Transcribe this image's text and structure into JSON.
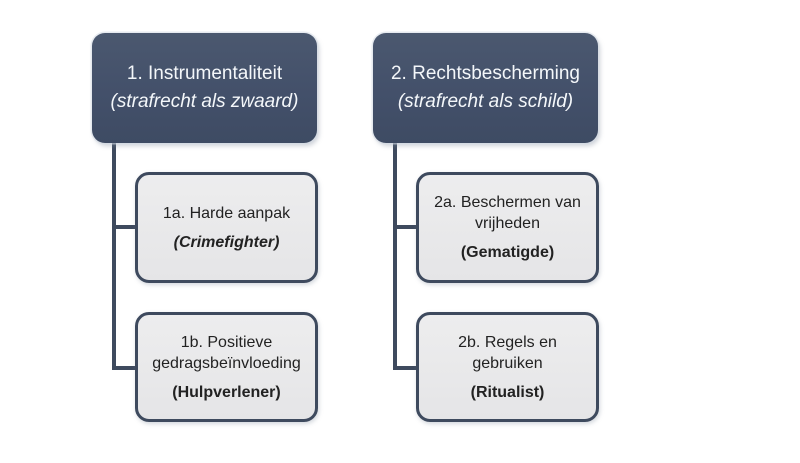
{
  "page": {
    "background": "#ffffff"
  },
  "colors": {
    "root_node_fill": "#43506a",
    "root_node_text": "#f4f7fa",
    "child_node_fill": "#e9e9ea",
    "child_node_border": "#3e4a5e",
    "child_node_text": "#222222",
    "connector": "#3e4a5e"
  },
  "diagram": {
    "type": "hierarchy",
    "trees": [
      {
        "root": {
          "title": "1. Instrumentaliteit",
          "subtitle": "(strafrecht als zwaard)"
        },
        "children": [
          {
            "label": "1a. Harde aanpak",
            "tag": "(Crimefighter)"
          },
          {
            "label": "1b. Positieve gedragsbeïnvloeding",
            "tag": "(Hulpverlener)"
          }
        ]
      },
      {
        "root": {
          "title": "2. Rechtsbescherming",
          "subtitle": "(strafrecht als schild)"
        },
        "children": [
          {
            "label": "2a. Beschermen van vrijheden",
            "tag": "(Gematigde)"
          },
          {
            "label": "2b. Regels en gebruiken",
            "tag": "(Ritualist)"
          }
        ]
      }
    ]
  }
}
